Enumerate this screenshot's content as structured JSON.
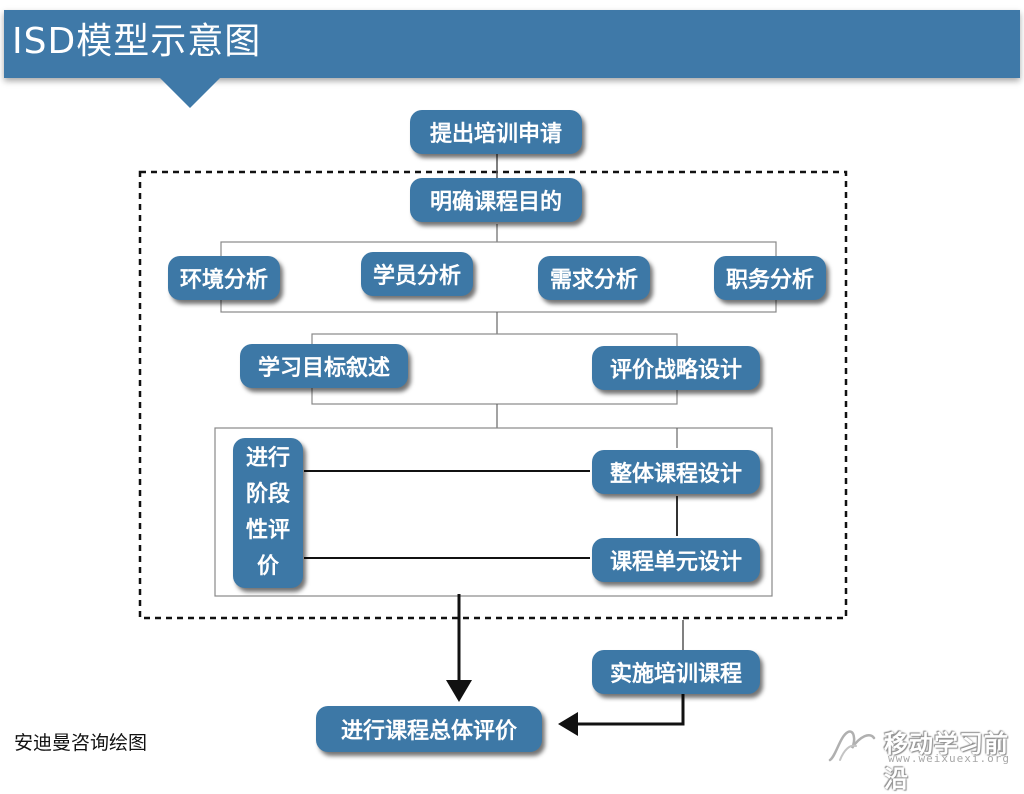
{
  "title": "ISD模型示意图",
  "colors": {
    "banner": "#3f79a8",
    "node": "#3d78a6",
    "line": "#222222"
  },
  "nodes": {
    "apply_training": "提出培训申请",
    "clarify_goal": "明确课程目的",
    "env_analysis": "环境分析",
    "learner_analysis": "学员分析",
    "needs_analysis": "需求分析",
    "job_analysis": "职务分析",
    "objective_statement": "学习目标叙述",
    "evaluation_strategy": "评价战略设计",
    "stage_evaluation": "进行阶段性评价",
    "overall_design": "整体课程设计",
    "unit_design": "课程单元设计",
    "implement_course": "实施培训课程",
    "overall_evaluation": "进行课程总体评价"
  },
  "footer": {
    "credit": "安迪曼咨询绘图",
    "watermark_name": "移动学习前沿",
    "watermark_url": "www.weixuexi.org"
  }
}
